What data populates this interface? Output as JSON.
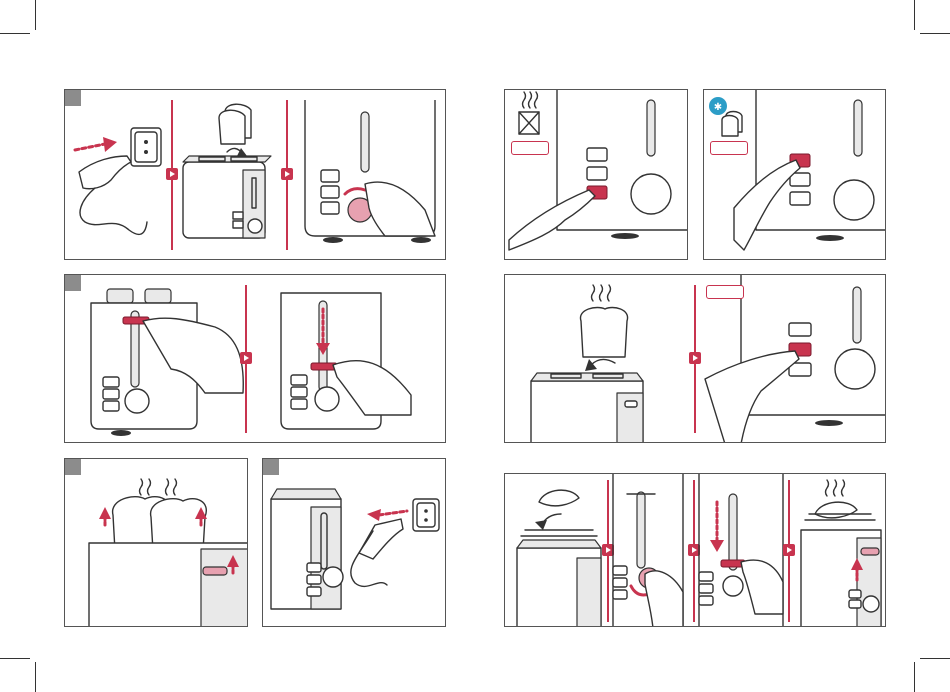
{
  "colors": {
    "accent": "#c8344f",
    "accent_light": "#e7a1b0",
    "line": "#333333",
    "panel_border": "#555555",
    "step_badge": "#8c8c8c"
  },
  "panels": [
    {
      "id": "step-1",
      "icons": [
        "plug-in-icon",
        "bread-insert-icon",
        "browning-knob-icon"
      ]
    },
    {
      "id": "defrost-reheat",
      "icons": [
        "reheat-button-icon",
        "defrost-button-icon"
      ]
    },
    {
      "id": "step-2",
      "icons": [
        "lever-down-icon"
      ]
    },
    {
      "id": "frozen-toast",
      "icons": [
        "steam-icon",
        "toast-insert-icon",
        "function-button-icon"
      ]
    },
    {
      "id": "step-3",
      "icons": [
        "toast-pop-up-icon"
      ]
    },
    {
      "id": "step-4",
      "icons": [
        "unplug-icon"
      ]
    },
    {
      "id": "bun-warmer",
      "icons": [
        "croissant-icon",
        "rack-lever-icon"
      ]
    }
  ]
}
